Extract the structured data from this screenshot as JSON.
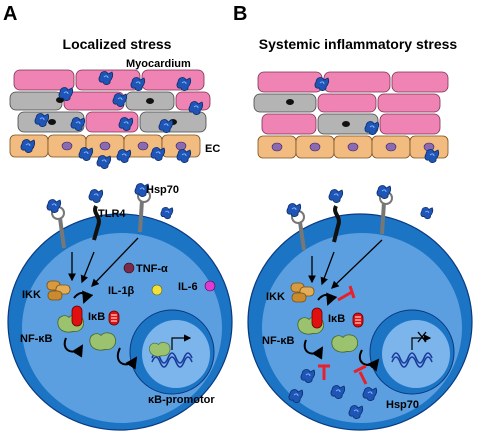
{
  "panels": [
    {
      "letter": "A",
      "title": "Localized stress",
      "labels": {
        "myocardium": "Myocardium",
        "ec": "EC",
        "hsp70": "Hsp70",
        "tlr4": "TLR4",
        "tnf": "TNF-α",
        "il1b": "IL-1β",
        "il6": "IL-6",
        "ikk": "IKK",
        "ikb": "IκB",
        "nfkb": "NF-κB",
        "promoter": "κB-promotor"
      }
    },
    {
      "letter": "B",
      "title": "Systemic inflammatory stress",
      "labels": {
        "ikk": "IKK",
        "ikb": "IκB",
        "nfkb": "NF-κB",
        "hsp70": "Hsp70"
      }
    }
  ],
  "colors": {
    "myocardium": "#ef83b3",
    "myocardium_stressed": "#b4b4b4",
    "endothelial": "#f2bc80",
    "cell_outer": "#1c74c4",
    "cell_inner": "#5b9fe0",
    "hsp70": "#1f56b6",
    "ikk": "#d79a3e",
    "nfkb": "#9bc26f",
    "ikb": "#e01010",
    "inhibition": "#e8202b",
    "tnf": "#7b2a4a",
    "il1b": "#f0e23a",
    "il6": "#e03ad0"
  }
}
